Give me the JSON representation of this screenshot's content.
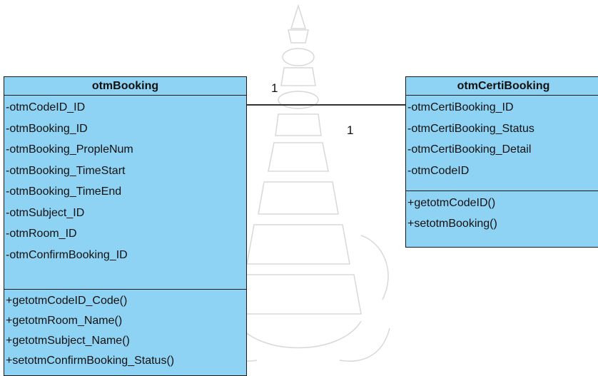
{
  "diagram": {
    "classes": [
      {
        "name": "otmBooking",
        "attributes": [
          "-otmCodeID_ID",
          "-otmBooking_ID",
          "-otmBooking_PropleNum",
          "-otmBooking_TimeStart",
          "-otmBooking_TimeEnd",
          "-otmSubject_ID",
          "-otmRoom_ID",
          "-otmConfirmBooking_ID"
        ],
        "operations": [
          "+getotmCodeID_Code()",
          "+getotmRoom_Name()",
          "+getotmSubject_Name()",
          "+setotmConfirmBooking_Status()"
        ]
      },
      {
        "name": "otmCertiBooking",
        "attributes": [
          "-otmCertiBooking_ID",
          "-otmCertiBooking_Status",
          "-otmCertiBooking_Detail",
          "-otmCodeID"
        ],
        "operations": [
          "+getotmCodeID()",
          "+setotmBooking()"
        ]
      }
    ],
    "association": {
      "left_multiplicity": "1",
      "right_multiplicity": "1"
    },
    "colors": {
      "class_fill": "#8fd3f4",
      "border": "#1a1a1a",
      "watermark": "#d8d8d8"
    },
    "watermark_icon": "university-emblem-icon"
  }
}
